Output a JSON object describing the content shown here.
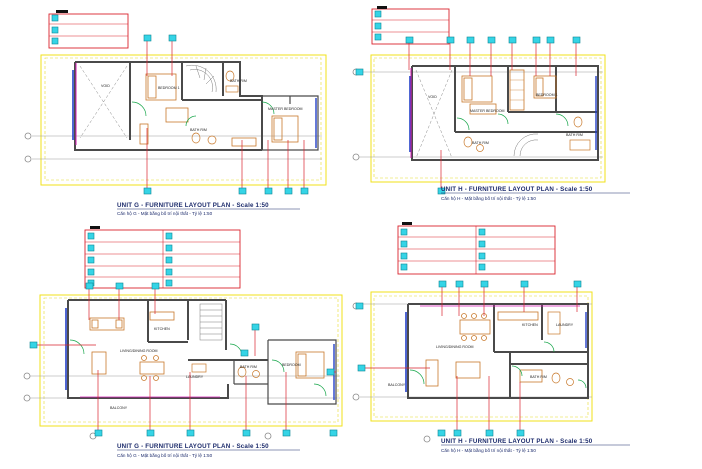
{
  "plans": [
    {
      "id": "G-upper",
      "title": "UNIT G -  FURNITURE LAYOUT PLAN - Scale 1:50",
      "subtitle": "Căn hộ G - Mặt bằng bố trí nội thất    -  Tỷ lệ 1:50",
      "rooms": [
        "VOID",
        "BEDROOM 1",
        "BATH R/M",
        "BATH R/M",
        "MASTER BEDROOM"
      ]
    },
    {
      "id": "H-upper",
      "title": "UNIT H -  FURNITURE LAYOUT PLAN - Scale 1:50",
      "subtitle": "Căn hộ H - Mặt bằng bố trí nội thất    -  Tỷ lệ 1:50",
      "rooms": [
        "VOID",
        "MASTER BEDROOM",
        "BEDROOM 1",
        "BATH R/M",
        "BATH R/M"
      ]
    },
    {
      "id": "G-lower",
      "title": "UNIT G -  FURNITURE LAYOUT PLAN - Scale 1:50",
      "subtitle": "Căn hộ G - Mặt bằng bố trí nội thất    -  Tỷ lệ 1:50",
      "rooms": [
        "LIVING/DINING ROOM",
        "KITCHEN",
        "LAUNDRY",
        "BATH R/M",
        "BEDROOM",
        "BALCONY"
      ]
    },
    {
      "id": "H-lower",
      "title": "UNIT H -  FURNITURE LAYOUT PLAN - Scale 1:50",
      "subtitle": "Căn hộ H - Mặt bằng bố trí nội thất    -  Tỷ lệ 1:50",
      "rooms": [
        "LIVING/DINING ROOM",
        "KITCHEN",
        "LAUNDRY",
        "BATH R/M",
        "BALCONY"
      ]
    }
  ],
  "colors": {
    "legend_border": "#d9232e",
    "tag_fill": "#35d4e6",
    "leader": "#d9232e",
    "outline": "#f0e21a",
    "dash": "#e6dc2a",
    "wall": "#4a4a4a",
    "door": "#14a548",
    "furniture": "#c8782a",
    "window": "#2340c8",
    "magenta": "#d41bb4",
    "title": "#1b2a6b"
  }
}
